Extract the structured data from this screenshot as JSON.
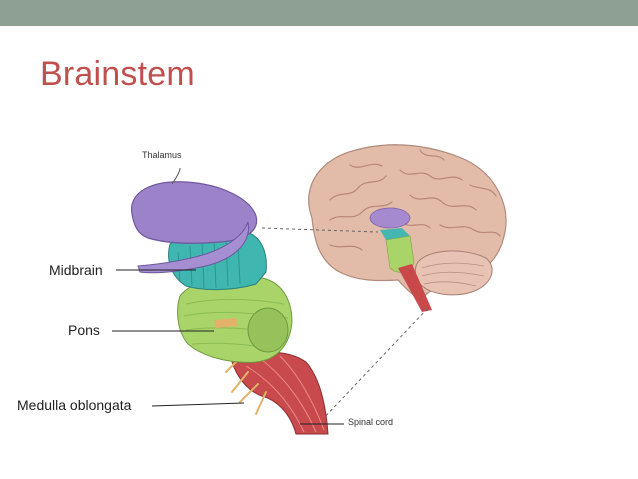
{
  "slide": {
    "title": "Brainstem",
    "accent_color": "#c0504d",
    "bar_color": "#8e9f94"
  },
  "labels": {
    "midbrain": "Midbrain",
    "pons": "Pons",
    "medulla": "Medulla oblongata",
    "thalamus": "Thalamus",
    "spinal_cord": "Spinal cord"
  },
  "colors": {
    "thalamus": "#9c83c9",
    "midbrain": "#3fb6b0",
    "pons": "#a8d46a",
    "medulla": "#c9484a",
    "brain": "#e0b6a6"
  }
}
